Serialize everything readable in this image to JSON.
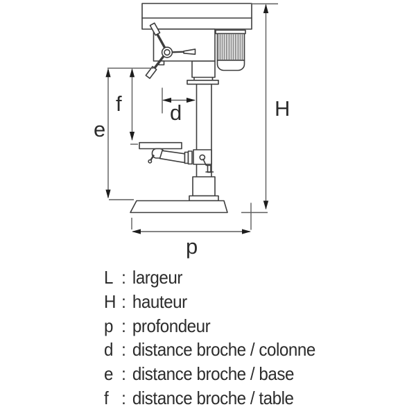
{
  "diagram": {
    "labels": {
      "height": "H",
      "depth": "p",
      "spindle_column": "d",
      "spindle_base": "e",
      "spindle_table": "f"
    }
  },
  "legend": {
    "separator": ":",
    "items": [
      {
        "key": "L",
        "label": "largeur"
      },
      {
        "key": "H",
        "label": "hauteur"
      },
      {
        "key": "p",
        "label": "profondeur"
      },
      {
        "key": "d",
        "label": "distance broche / colonne"
      },
      {
        "key": "e",
        "label": "distance broche / base"
      },
      {
        "key": "f",
        "label": "distance broche / table"
      }
    ]
  },
  "colors": {
    "outline": "#3d3d3d",
    "dimension_line": "#5c5c5c",
    "arrowhead": "#1d1d1d",
    "text": "#2c2c2c",
    "background": "#ffffff"
  }
}
